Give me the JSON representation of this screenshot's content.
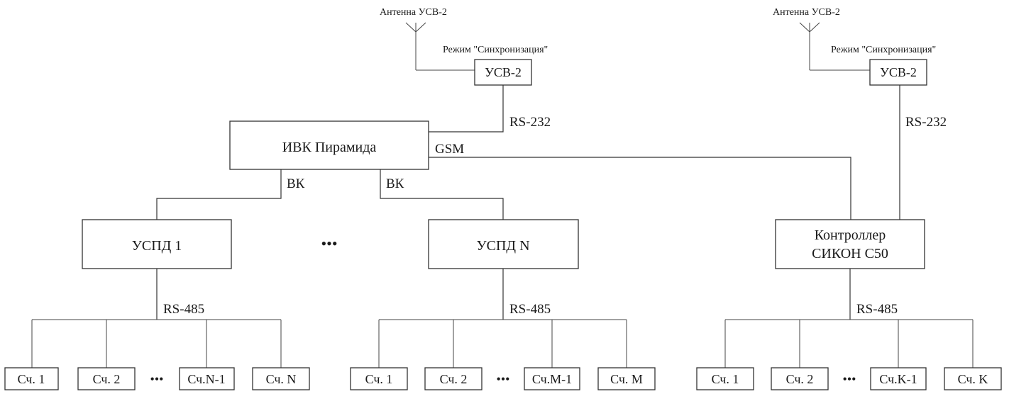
{
  "antennas": [
    {
      "label": "Антенна УСВ-2",
      "mode": "Режим \"Синхронизация\"",
      "device": "УСВ-2"
    },
    {
      "label": "Антенна УСВ-2",
      "mode": "Режим \"Синхронизация\"",
      "device": "УСВ-2"
    }
  ],
  "ivk": {
    "label": "ИВК Пирамида"
  },
  "links": {
    "rs232_left": "RS-232",
    "rs232_right": "RS-232",
    "gsm": "GSM",
    "vk_left": "ВК",
    "vk_right": "ВК",
    "ellipsis_mid": "•••"
  },
  "controllers": [
    {
      "label": "УСПД 1",
      "bus": "RS-485",
      "meters": [
        "Сч. 1",
        "Сч. 2",
        "Сч.N-1",
        "Сч. N"
      ],
      "ellipsis": "•••"
    },
    {
      "label": "УСПД N",
      "bus": "RS-485",
      "meters": [
        "Сч. 1",
        "Сч. 2",
        "Сч.M-1",
        "Сч. M"
      ],
      "ellipsis": "•••"
    },
    {
      "label_line1": "Контроллер",
      "label_line2": "СИКОН С50",
      "bus": "RS-485",
      "meters": [
        "Сч. 1",
        "Сч. 2",
        "Сч.K-1",
        "Сч. K"
      ],
      "ellipsis": "•••"
    }
  ]
}
